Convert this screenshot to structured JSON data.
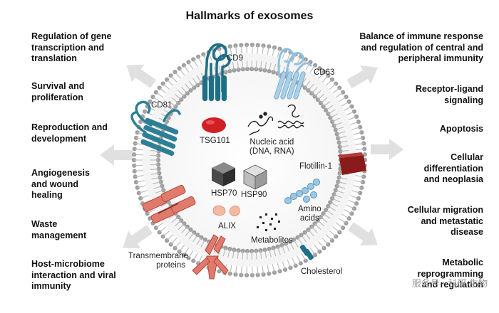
{
  "title": "Hallmarks of exosomes",
  "left_labels": [
    {
      "text": "Regulation of gene\ntranscription and\ntranslation"
    },
    {
      "text": "Survival and\nproliferation"
    },
    {
      "text": "Reproduction and\ndevelopment"
    },
    {
      "text": "Angiogenesis\nand wound\nhealing"
    },
    {
      "text": "Waste\nmanagement"
    },
    {
      "text": "Host-microbiome\ninteraction and viral\nimmunity"
    }
  ],
  "right_labels": [
    {
      "text": "Balance of immune response\nand regulation of central and\nperipheral immunity"
    },
    {
      "text": "Receptor-ligand\nsignaling"
    },
    {
      "text": "Apoptosis"
    },
    {
      "text": "Cellular\ndifferentiation\nand neoplasia"
    },
    {
      "text": "Cellular migration\nand metastatic\ndisease"
    },
    {
      "text": "Metabolic\nreprogramming\nand regulation"
    }
  ],
  "components": {
    "cd9": "CD9",
    "cd63": "CD63",
    "cd81": "CD81",
    "tsg101": "TSG101",
    "nucleic_acid": "Nucleic acid\n(DNA, RNA)",
    "hsp70": "HSP70",
    "hsp90": "HSP90",
    "flotillin": "Flotillin-1",
    "amino_acids": "Amino\nacids",
    "alix": "ALIX",
    "metabolites": "Metabolites",
    "transmembrane": "Transmembrane\nproteins",
    "cholesterol": "Cholesterol"
  },
  "watermark": "服务号 · 科研 生物",
  "colors": {
    "membrane": "#9e9e9e",
    "cd9": "#1e6f86",
    "cd63": "#8fbfe0",
    "cd81": "#2d7f95",
    "tsg101": "#d21f26",
    "flotillin": "#8b1a1a",
    "alix": "#f2b9a3",
    "transmembrane": "#e07a6c",
    "amino": "#9cc7e2"
  }
}
